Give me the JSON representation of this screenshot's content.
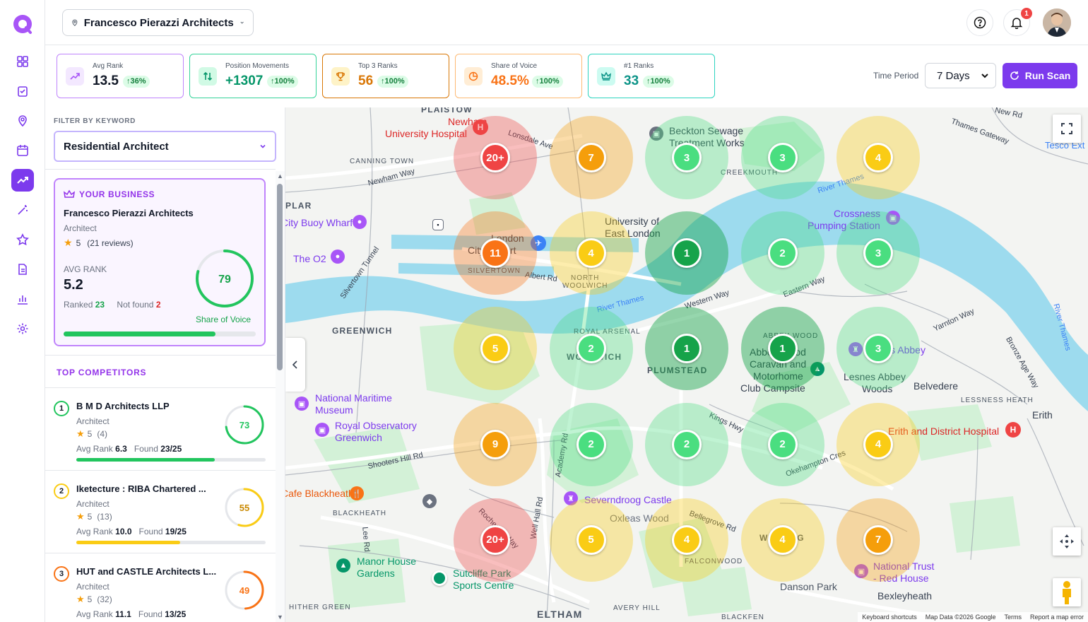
{
  "header": {
    "location": "Francesco Pierazzi Architects",
    "notifications_count": "1"
  },
  "stats": [
    {
      "label": "Avg Rank",
      "value": "13.5",
      "change": "↑36%",
      "color": "#a855f7",
      "icon": "trend-icon"
    },
    {
      "label": "Position Movements",
      "value": "+1307",
      "change": "↑100%",
      "color": "#10b981",
      "icon": "arrows-updown-icon"
    },
    {
      "label": "Top 3 Ranks",
      "value": "56",
      "change": "↑100%",
      "color": "#d97706",
      "icon": "trophy-icon"
    },
    {
      "label": "Share of Voice",
      "value": "48.5%",
      "change": "↑100%",
      "color": "#f97316",
      "icon": "pie-icon"
    },
    {
      "label": "#1 Ranks",
      "value": "33",
      "change": "↑100%",
      "color": "#0d9488",
      "icon": "crown-icon"
    }
  ],
  "toolbar": {
    "time_period_label": "Time Period",
    "time_period_value": "7 Days",
    "run_scan_label": "Run Scan"
  },
  "filter": {
    "label": "FILTER BY KEYWORD",
    "value": "Residential Architect"
  },
  "business": {
    "heading": "YOUR BUSINESS",
    "name": "Francesco Pierazzi Architects",
    "category": "Architect",
    "rating": "5",
    "reviews": "(21 reviews)",
    "avg_rank_label": "AVG RANK",
    "avg_rank": "5.2",
    "ranked_label": "Ranked",
    "ranked": "23",
    "not_found_label": "Not found",
    "not_found": "2",
    "share_of_voice": "79",
    "share_of_voice_label": "Share of Voice",
    "progress": 0.79
  },
  "competitors_heading": "TOP COMPETITORS",
  "competitors": [
    {
      "rank": "1",
      "name": "B M D Architects LLP",
      "category": "Architect",
      "rating": "5",
      "reviews": "(4)",
      "avg_rank_label": "Avg Rank",
      "avg_rank": "6.3",
      "found_label": "Found",
      "found": "23/25",
      "score": "73",
      "score_value": 73,
      "color": "#22c55e",
      "progress": 0.73
    },
    {
      "rank": "2",
      "name": "Iketecture : RIBA Chartered ...",
      "category": "Architect",
      "rating": "5",
      "reviews": "(13)",
      "avg_rank_label": "Avg Rank",
      "avg_rank": "10.0",
      "found_label": "Found",
      "found": "19/25",
      "score": "55",
      "score_value": 55,
      "color": "#facc15",
      "progress": 0.55
    },
    {
      "rank": "3",
      "name": "HUT and CASTLE Architects L...",
      "category": "Architect",
      "rating": "5",
      "reviews": "(32)",
      "avg_rank_label": "Avg Rank",
      "avg_rank": "11.1",
      "found_label": "Found",
      "found": "13/25",
      "score": "49",
      "score_value": 49,
      "color": "#f97316",
      "progress": 0.49
    }
  ],
  "grid": [
    [
      "20+",
      "7",
      "3",
      "3",
      "4"
    ],
    [
      "11",
      "4",
      "1",
      "2",
      "3"
    ],
    [
      "5",
      "2",
      "1",
      "1",
      "3"
    ],
    [
      "9",
      "2",
      "2",
      "2",
      "4"
    ],
    [
      "20+",
      "5",
      "4",
      "4",
      "7"
    ]
  ],
  "rank_colors": {
    "1": "#16a34a",
    "2": "#4ade80",
    "3": "#4ade80",
    "4": "#facc15",
    "5": "#facc15",
    "7": "#f59e0b",
    "9": "#f59e0b",
    "11": "#f97316",
    "20+": "#ef4444"
  },
  "map_labels": {
    "plaistow": "PLAISTOW",
    "newham_hospital_1": "Newham",
    "newham_hospital_2": "University Hospital",
    "canning_town": "CANNING TOWN",
    "beckton_1": "Beckton Sewage",
    "beckton_2": "Treatment Works",
    "creekmouth": "CREEKMOUTH",
    "new_rd": "New Rd",
    "tesco": "Tesco Ext",
    "thames_gateway": "Thames Gateway",
    "river_thames_1": "River Thames",
    "crossness_1": "Crossness",
    "crossness_2": "Pumping Station",
    "city_airport_1": "London",
    "city_airport_2": "City Airport",
    "silvertown": "SILVERTOWN",
    "uel_1": "University of",
    "uel_2": "East London",
    "north_woolwich_1": "NORTH",
    "north_woolwich_2": "WOOLWICH",
    "city_buoy": "City Buoy Wharf",
    "the_o2": "The O2",
    "plar": "PLAR",
    "greenwich": "GREENWICH",
    "royal_arsenal": "ROYAL ARSENAL",
    "woolwich": "WOOLWICH",
    "plumstead": "PLUMSTEAD",
    "abbey_wood": "ABBEY WOOD",
    "abbey_camp_1": "Abbey Wood",
    "abbey_camp_2": "Caravan and",
    "abbey_camp_3": "Motorhome",
    "abbey_camp_4": "Club Campsite",
    "lesnes_abbey": "Lesnes Abbey",
    "lesnes_woods_1": "Lesnes Abbey",
    "lesnes_woods_2": "Woods",
    "belvedere": "Belvedere",
    "lessness_heath": "LESSNESS HEATH",
    "erith": "Erith",
    "erith_hospital": "Erith and District Hospital",
    "river_thames_2": "River Thames",
    "river_thames_3": "River Thames",
    "nmm_1": "National Maritime",
    "nmm_2": "Museum",
    "roy_obs_1": "Royal Observatory",
    "roy_obs_2": "Greenwich",
    "shooters_hill": "Shooters Hill Rd",
    "cafe_blackheath": "Cafe Blackheath",
    "blackheath": "BLACKHEATH",
    "severndroog": "Severndroog Castle",
    "oxleas": "Oxleas Wood",
    "welling": "WELLING",
    "falconwood": "FALCONWOOD",
    "danson": "Danson Park",
    "national_trust_1": "National Trust",
    "national_trust_2": "- Red House",
    "bexleyheath": "Bexleyheath",
    "manor_house_1": "Manor House",
    "manor_house_2": "Gardens",
    "sutcliffe_1": "Sutcliffe Park",
    "sutcliffe_2": "Sports Centre",
    "hither_green": "HITHER GREEN",
    "eltham": "ELTHAM",
    "avery_hill": "AVERY HILL",
    "blackfen": "BLACKFEN",
    "western_way": "Western Way",
    "eastern_way": "Eastern Way",
    "kings_hwy": "Kings Hwy",
    "okehampton": "Okehampton Cres",
    "academy_rd": "Academy Rd",
    "well_hall": "Well Hall Rd",
    "lee_rd": "Lee Rd",
    "bellegrove": "Bellegrove Rd",
    "rochester": "Rochester Way",
    "albert_rd": "Albert Rd",
    "lonsdale": "Lonsdale Ave",
    "newham_way": "Newham Way",
    "silvertown_tunnel": "Silvertown Tunnel",
    "yarnton": "Yarnton Way",
    "bronze_age": "Bronze Age Way"
  },
  "map_footer": {
    "shortcuts": "Keyboard shortcuts",
    "map_data": "Map Data ©2026 Google",
    "terms": "Terms",
    "report": "Report a map error"
  }
}
